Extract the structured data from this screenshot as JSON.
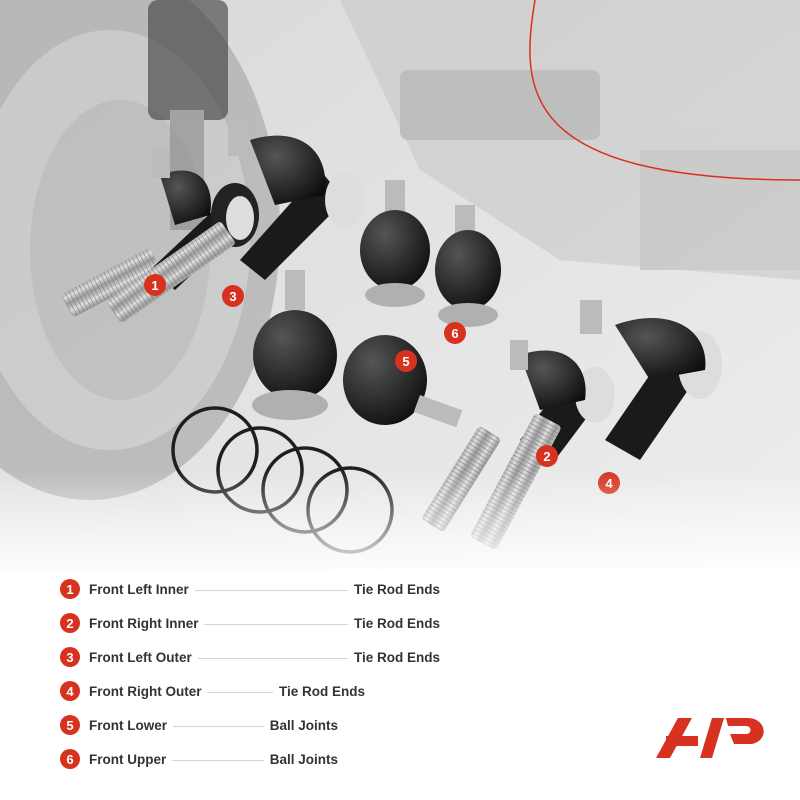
{
  "parts": [
    {
      "number": "1",
      "location": "Front Left Inner",
      "category": "Tie Rod Ends"
    },
    {
      "number": "2",
      "location": "Front Right Inner",
      "category": "Tie Rod Ends"
    },
    {
      "number": "3",
      "location": "Front Left Outer",
      "category": "Tie Rod Ends"
    },
    {
      "number": "4",
      "location": "Front Right Outer",
      "category": "Tie Rod Ends"
    },
    {
      "number": "5",
      "location": "Front Lower",
      "category": "Ball Joints"
    },
    {
      "number": "6",
      "location": "Front Upper",
      "category": "Ball Joints"
    }
  ],
  "photo_badges": [
    {
      "number": "1"
    },
    {
      "number": "3"
    },
    {
      "number": "6"
    },
    {
      "number": "5"
    },
    {
      "number": "2"
    },
    {
      "number": "4"
    }
  ],
  "colors": {
    "accent": "#d6321f",
    "text": "#333333",
    "part_metal": "#1a1a1a",
    "thread": "#b8b8b8",
    "background_photo": "#cfcfcf"
  },
  "icons": {
    "brand_logo": "a-premium-logo"
  }
}
